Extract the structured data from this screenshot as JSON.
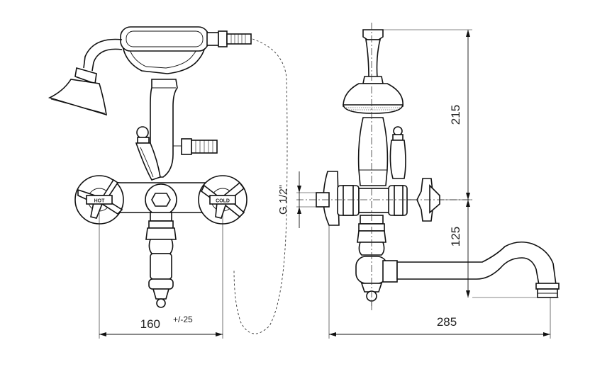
{
  "drawing": {
    "front_view": {
      "dimension_width": "160",
      "dimension_tolerance": "+/-25",
      "hot_label": "HOT",
      "cold_label": "COLD"
    },
    "side_view": {
      "dimension_height_upper": "215",
      "dimension_height_lower": "125",
      "dimension_depth": "285",
      "thread_label": "G 1/2\""
    }
  }
}
